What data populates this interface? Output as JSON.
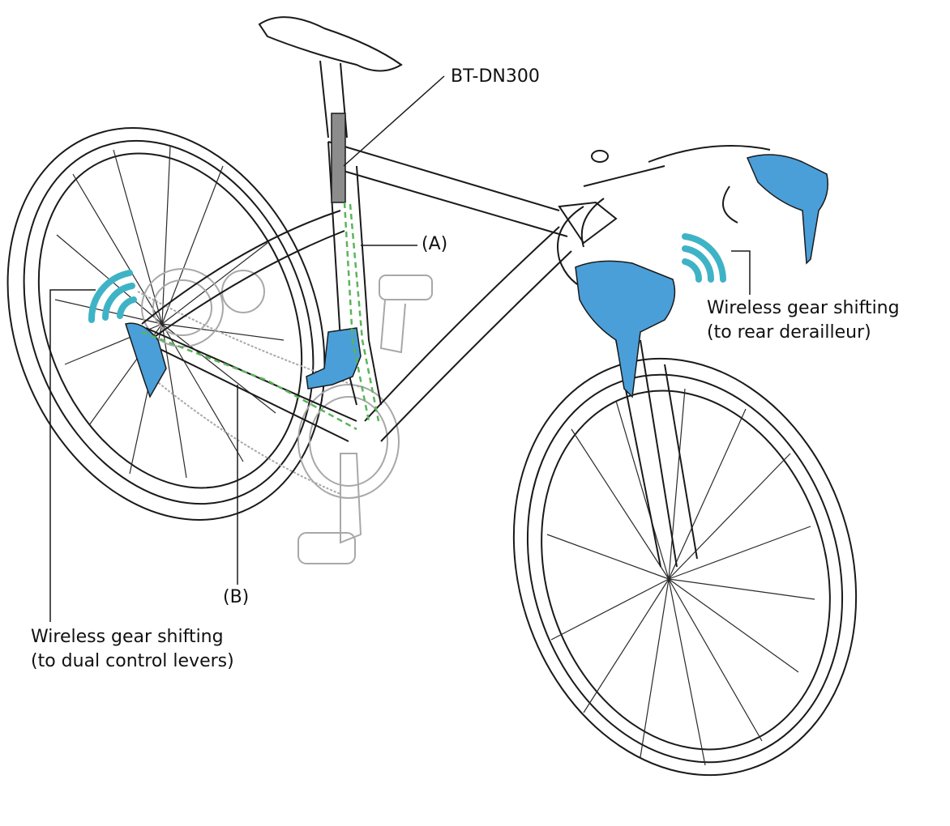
{
  "labels": {
    "battery": "BT-DN300",
    "cable_a": "(A)",
    "cable_b": "(B)",
    "wireless_rear_line1": "Wireless gear shifting",
    "wireless_rear_line2": "(to rear derailleur)",
    "wireless_levers_line1": "Wireless gear shifting",
    "wireless_levers_line2": "(to dual control levers)"
  },
  "colors": {
    "component_blue": "#4a9fd8",
    "wireless_signal": "#3fb3c6",
    "cable_green": "#5ab55a",
    "outline": "#1a1a1a",
    "drivetrain_gray": "#a8a8a8"
  },
  "icons": [
    "wireless-signal-icon",
    "wireless-signal-icon"
  ]
}
